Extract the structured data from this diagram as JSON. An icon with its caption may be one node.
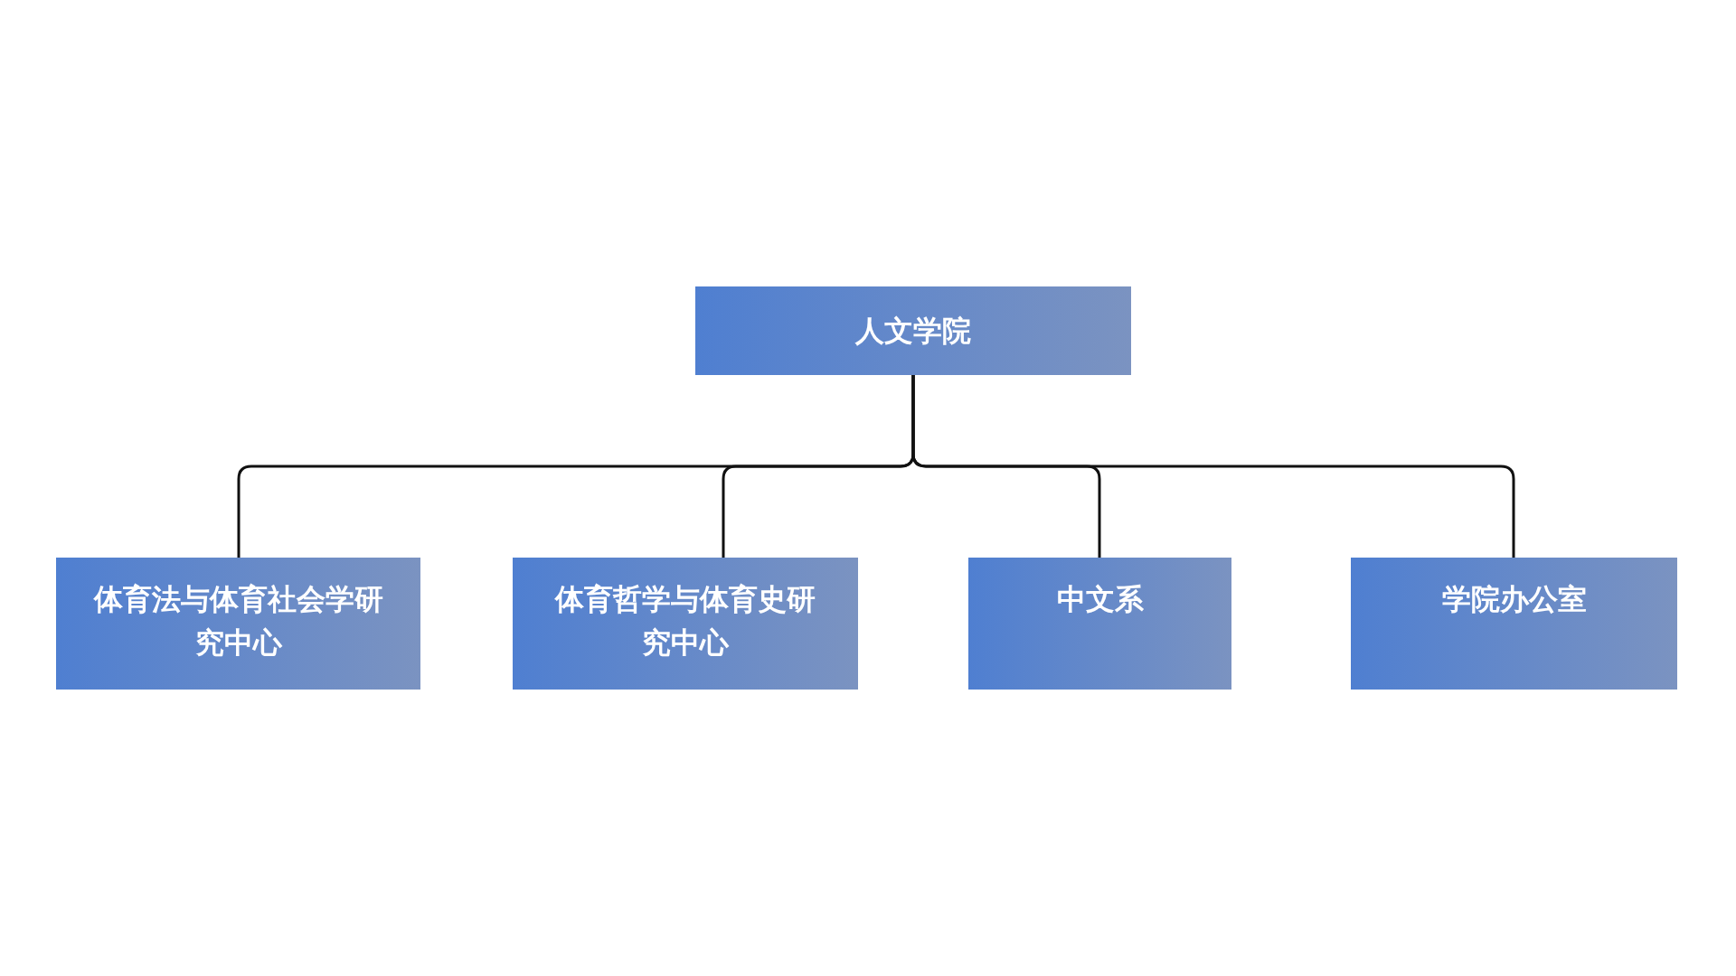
{
  "diagram": {
    "nodes": [
      {
        "text": [
          "人文学院"
        ]
      },
      {
        "text": [
          "体育法与体育社会学研究中心"
        ]
      },
      {
        "text": [
          "体育哲学与体育史研究中心"
        ]
      },
      {
        "text": [
          "中文系"
        ]
      },
      {
        "text": [
          "学院办公室"
        ]
      }
    ],
    "edges": [
      {
        "from": 0,
        "to": 1,
        "arrow": "none"
      },
      {
        "from": 0,
        "to": 2,
        "arrow": "none"
      },
      {
        "from": 0,
        "to": 3,
        "arrow": "none"
      },
      {
        "from": 0,
        "to": 4,
        "arrow": "none"
      }
    ]
  }
}
